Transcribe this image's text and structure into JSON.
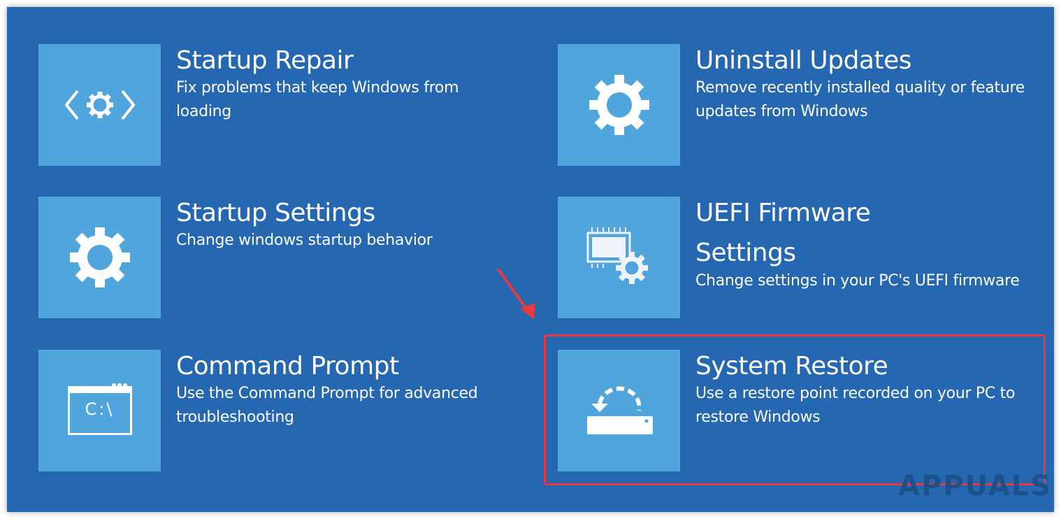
{
  "options": [
    {
      "title": "Startup Repair",
      "description": "Fix problems that keep Windows from loading",
      "icon": "startup-repair-icon"
    },
    {
      "title": "Uninstall Updates",
      "description": "Remove recently installed quality or feature updates from Windows",
      "icon": "gear-icon"
    },
    {
      "title": "Startup Settings",
      "description": "Change windows startup behavior",
      "icon": "gear-icon"
    },
    {
      "title": "UEFI Firmware Settings",
      "title_line1": "UEFI Firmware",
      "title_line2": "Settings",
      "description": "Change settings in your PC's UEFI firmware",
      "icon": "firmware-chip-gear-icon"
    },
    {
      "title": "Command Prompt",
      "description": "Use the Command Prompt for advanced troubleshooting",
      "icon": "command-prompt-icon",
      "icon_text": "C:\\"
    },
    {
      "title": "System Restore",
      "description": "Use a restore point recorded on your PC to restore Windows",
      "icon": "system-restore-icon",
      "highlighted": true
    }
  ],
  "annotation": {
    "highlight_color": "#e8393e",
    "target": "System Restore"
  },
  "watermark": {
    "text": "APPUALS"
  },
  "colors": {
    "background": "#2567b0",
    "tile": "#4fa5dc",
    "text": "#ffffff"
  }
}
